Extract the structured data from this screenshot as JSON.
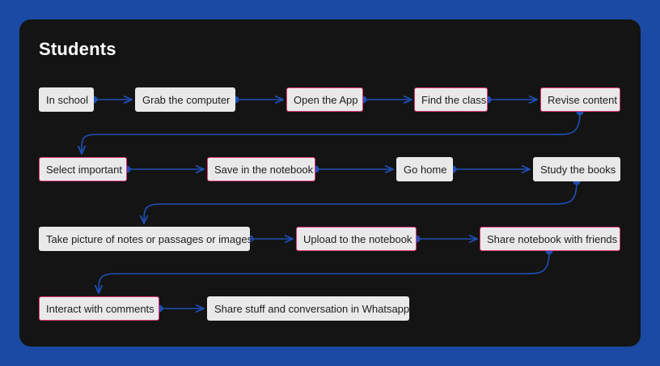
{
  "title": "Students",
  "colors": {
    "outer_frame": "#1a4aa3",
    "panel": "#141414",
    "node_fill": "#e9e9ea",
    "highlight_border": "#e0387a",
    "connector": "#1f4fb5"
  },
  "nodes": [
    {
      "id": "in-school",
      "label": "In school",
      "highlighted": false
    },
    {
      "id": "grab-computer",
      "label": "Grab the computer",
      "highlighted": false
    },
    {
      "id": "open-app",
      "label": "Open the App",
      "highlighted": true
    },
    {
      "id": "find-class",
      "label": "Find the class",
      "highlighted": true
    },
    {
      "id": "revise-content",
      "label": "Revise content",
      "highlighted": true
    },
    {
      "id": "select-important",
      "label": "Select important",
      "highlighted": true
    },
    {
      "id": "save-notebook",
      "label": "Save in the notebook",
      "highlighted": true
    },
    {
      "id": "go-home",
      "label": "Go home",
      "highlighted": false
    },
    {
      "id": "study-books",
      "label": "Study the books",
      "highlighted": false
    },
    {
      "id": "take-picture",
      "label": "Take picture of notes or passages or images",
      "highlighted": false
    },
    {
      "id": "upload-notebook",
      "label": "Upload to the notebook",
      "highlighted": true
    },
    {
      "id": "share-notebook",
      "label": "Share notebook with friends",
      "highlighted": true
    },
    {
      "id": "interact-comments",
      "label": "Interact with comments",
      "highlighted": true
    },
    {
      "id": "share-whatsapp",
      "label": "Share stuff and conversation in Whatsapp",
      "highlighted": false
    }
  ]
}
